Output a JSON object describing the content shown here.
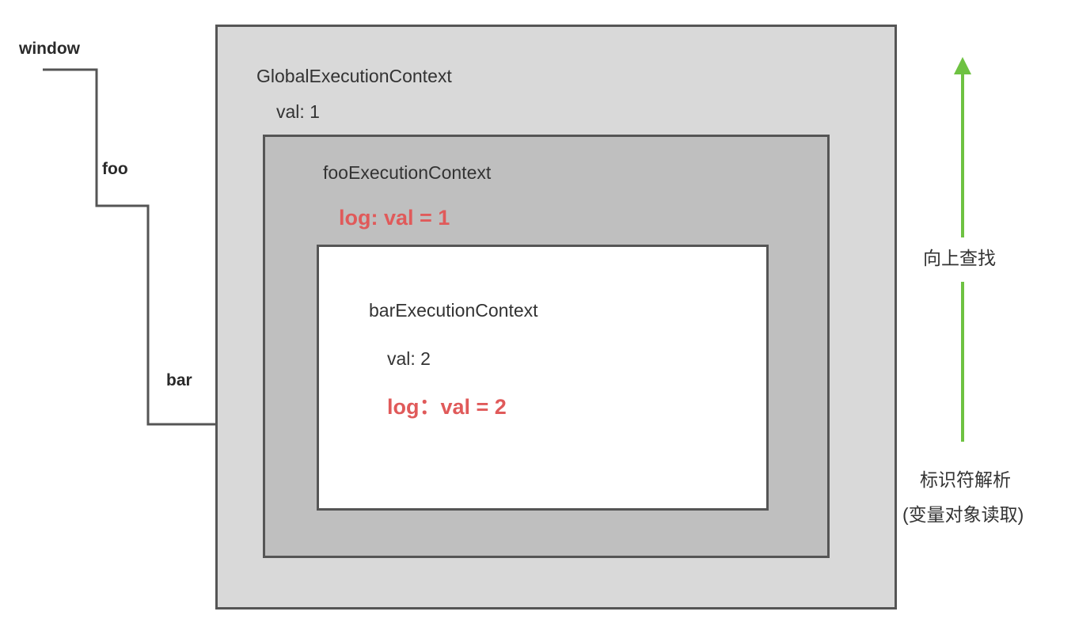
{
  "colors": {
    "global_bg": "#d9d9d9",
    "foo_bg": "#bfbfbf",
    "bar_bg": "#ffffff",
    "border": "#555555",
    "log_red": "#e05a5a",
    "arrow_green": "#6ec242",
    "text": "#333333"
  },
  "call_stack": {
    "window": "window",
    "foo": "foo",
    "bar": "bar"
  },
  "global_context": {
    "title": "GlobalExecutionContext",
    "var": "val: 1"
  },
  "foo_context": {
    "title": "fooExecutionContext",
    "log": "log: val = 1"
  },
  "bar_context": {
    "title": "barExecutionContext",
    "var": "val: 2",
    "log": "log：val = 2"
  },
  "lookup": {
    "direction": "向上查找",
    "caption_line1": "标识符解析",
    "caption_line2": "(变量对象读取)"
  }
}
